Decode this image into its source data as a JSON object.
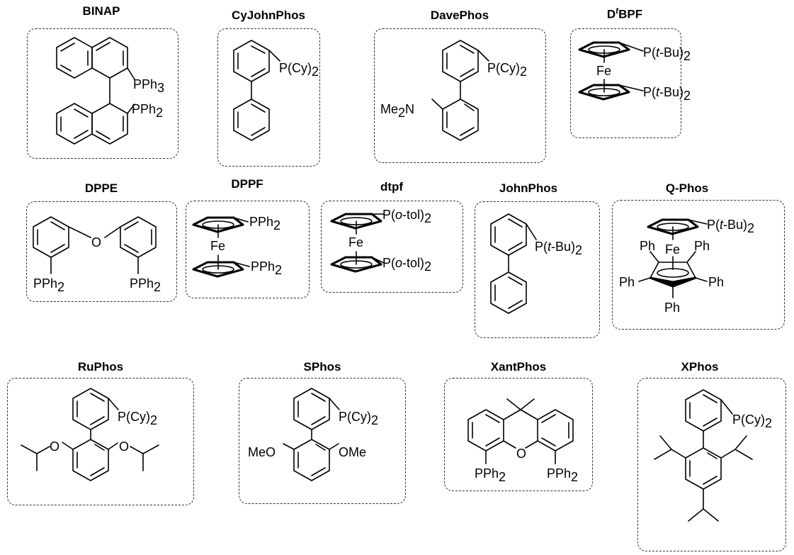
{
  "ligands": [
    {
      "id": "binap",
      "name": "BINAP",
      "labels": [
        "PPh3",
        "PPh2"
      ]
    },
    {
      "id": "cyjohnphos",
      "name": "CyJohnPhos",
      "labels": [
        "P(Cy)2"
      ]
    },
    {
      "id": "davephos",
      "name": "DavePhos",
      "labels": [
        "P(Cy)2",
        "Me2N"
      ]
    },
    {
      "id": "dtbpf",
      "name_prefix": "D",
      "name_sup": "t",
      "name_suffix": "BPF",
      "labels": [
        "P(t-Bu)2",
        "Fe",
        "P(t-Bu)2"
      ]
    },
    {
      "id": "dppe",
      "name": "DPPE",
      "labels": [
        "O",
        "PPh2",
        "PPh2"
      ]
    },
    {
      "id": "dppf",
      "name": "DPPF",
      "labels": [
        "PPh2",
        "Fe",
        "PPh2"
      ]
    },
    {
      "id": "dtpf",
      "name": "dtpf",
      "labels": [
        "P(o-tol)2",
        "Fe",
        "P(o-tol)2"
      ]
    },
    {
      "id": "johnphos",
      "name": "JohnPhos",
      "labels": [
        "P(t-Bu)2"
      ]
    },
    {
      "id": "qphos",
      "name": "Q-Phos",
      "labels": [
        "P(t-Bu)2",
        "Fe",
        "Ph",
        "Ph",
        "Ph",
        "Ph",
        "Ph"
      ]
    },
    {
      "id": "ruphos",
      "name": "RuPhos",
      "labels": [
        "P(Cy)2",
        "O",
        "O"
      ]
    },
    {
      "id": "sphos",
      "name": "SPhos",
      "labels": [
        "P(Cy)2",
        "MeO",
        "OMe"
      ]
    },
    {
      "id": "xantphos",
      "name": "XantPhos",
      "labels": [
        "O",
        "PPh2",
        "PPh2"
      ]
    },
    {
      "id": "xphos",
      "name": "XPhos",
      "labels": [
        "P(Cy)2"
      ]
    }
  ]
}
